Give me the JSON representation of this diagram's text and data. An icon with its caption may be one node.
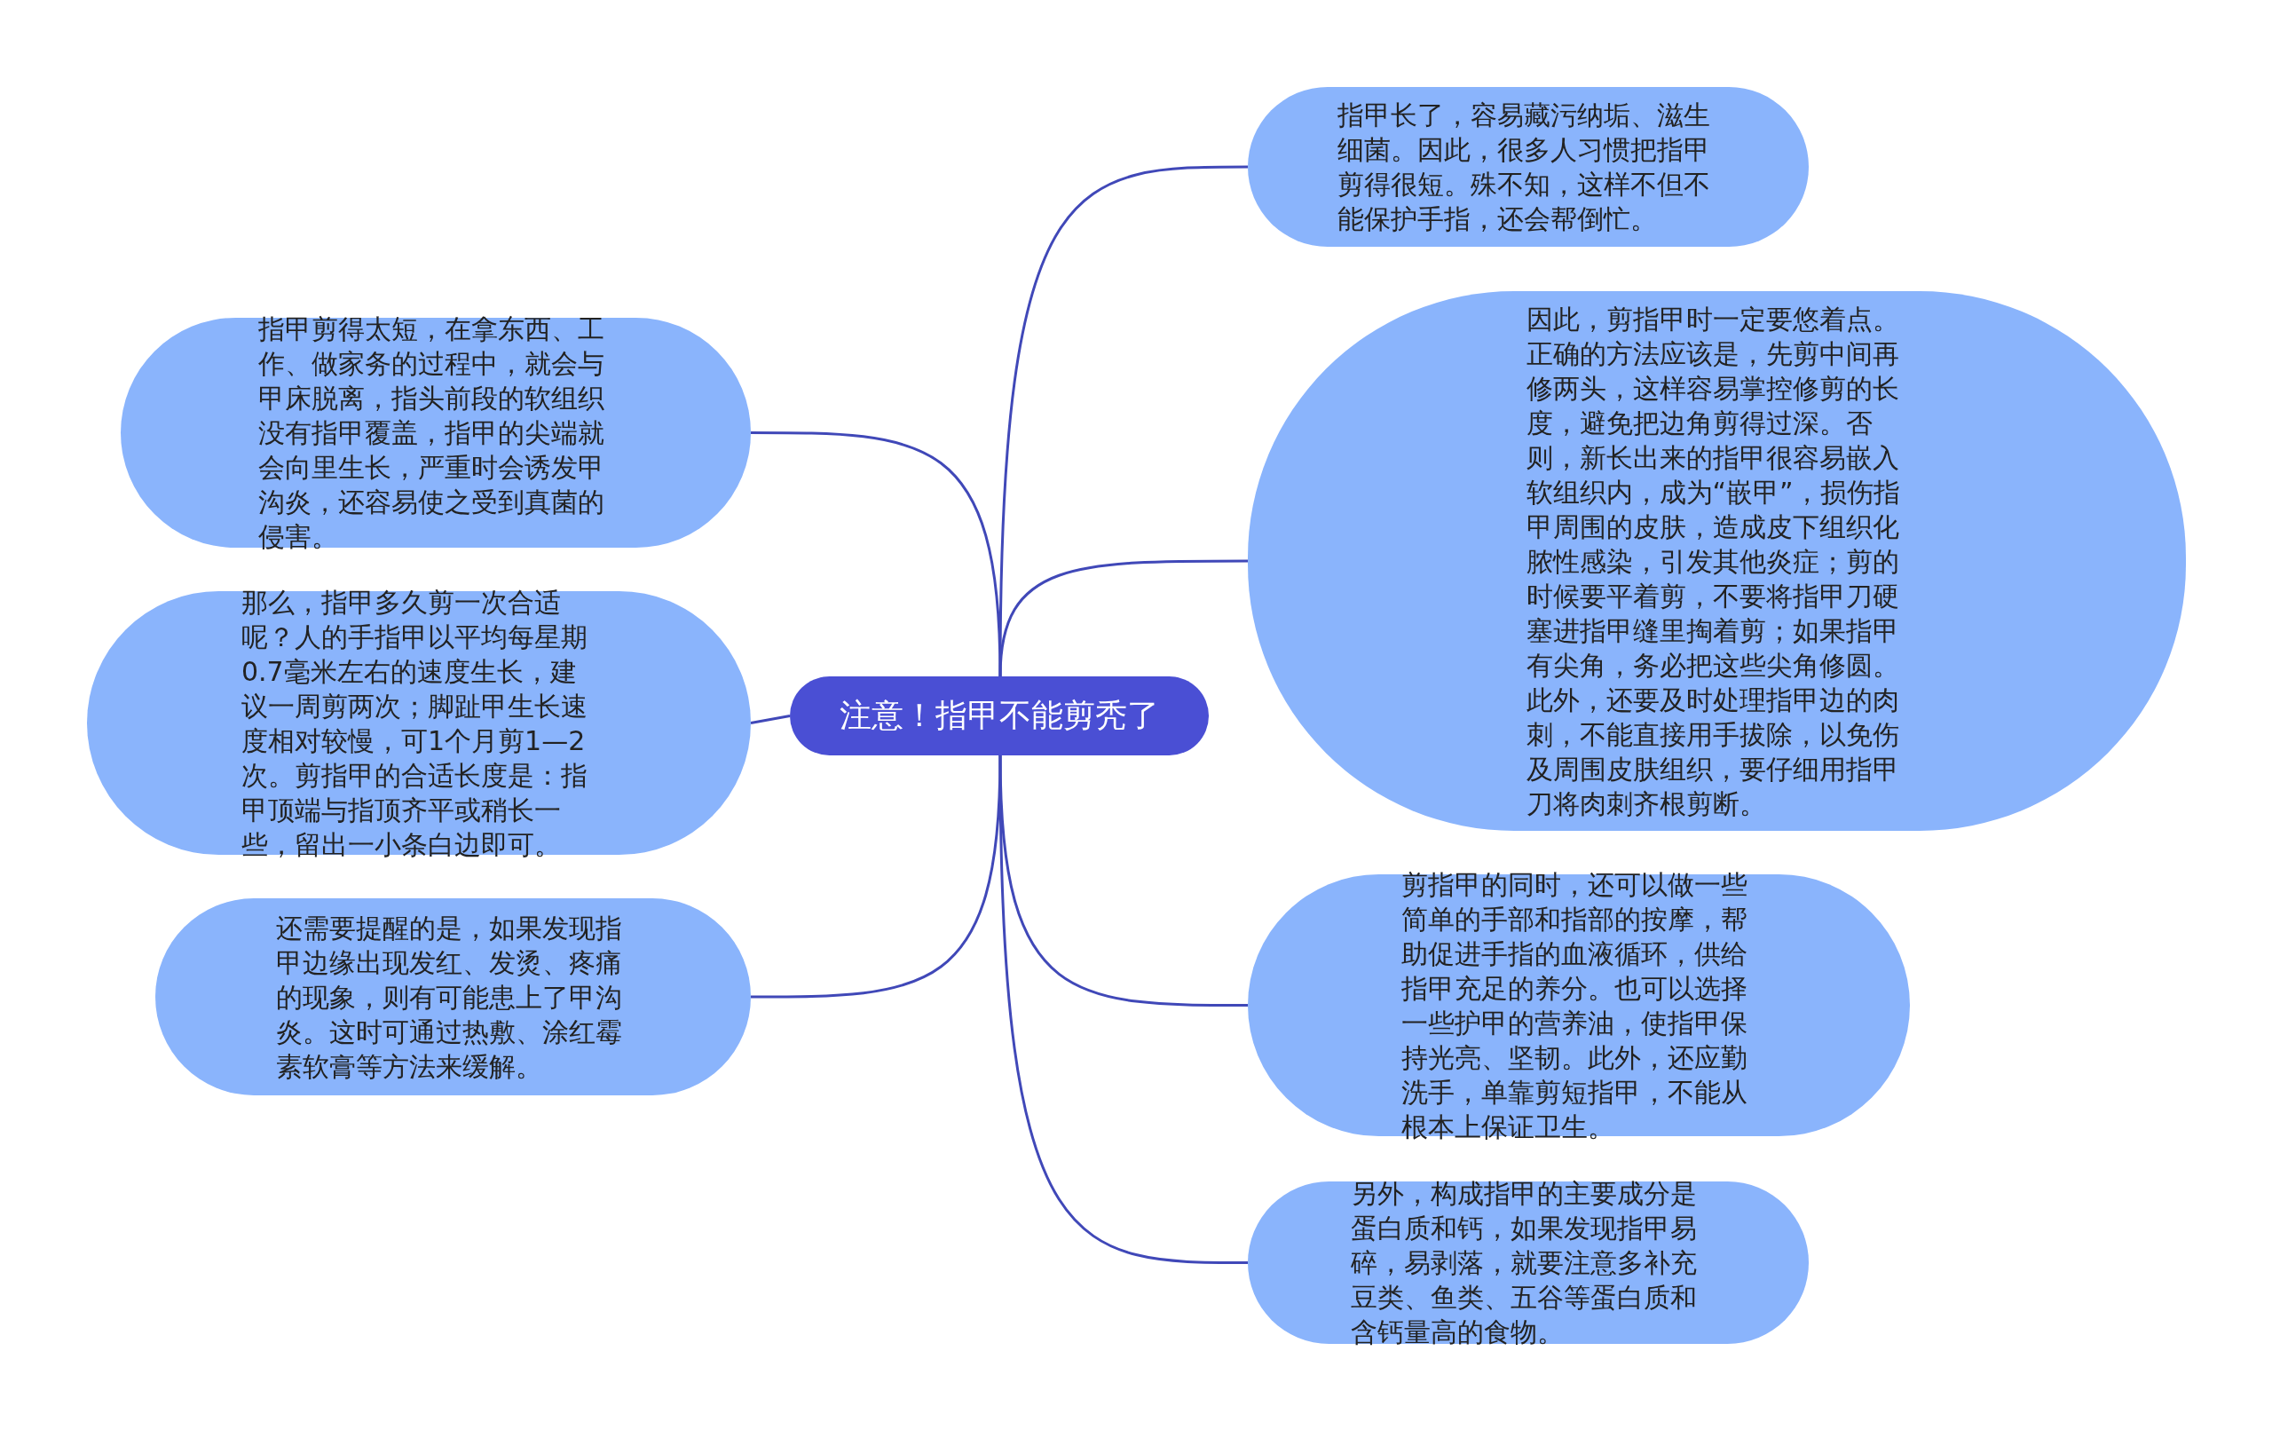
{
  "diagram": {
    "nodes": [
      {
        "text": [
          "注意！指甲不能剪秃了"
        ]
      },
      {
        "text": [
          "指甲长了，容易藏污纳垢、滋生细菌。因此，很多人习惯把指甲剪得很短。殊不知，这样不但不能保护手指，还会帮倒忙。"
        ]
      },
      {
        "text": [
          "因此，剪指甲时一定要悠着点。正确的方法应该是，先剪中间再修两头，这样容易掌控修剪的长度，避免把边角剪得过深。否则，新长出来的指甲很容易嵌入软组织内，成为“嵌甲”，损伤指甲周围的皮肤，造成皮下组织化脓性感染，引发其他炎症；剪的时候要平着剪，不要将指甲刀硬塞进指甲缝里掏着剪；如果指甲有尖角，务必把这些尖角修圆。此外，还要及时处理指甲边的肉刺，不能直接用手拔除，以免伤及周围皮肤组织，要仔细用指甲刀将肉刺齐根剪断。"
        ]
      },
      {
        "text": [
          "剪指甲的同时，还可以做一些简单的手部和指部的按摩，帮助促进手指的血液循环，供给指甲充足的养分。也可以选择一些护甲的营养油，使指甲保持光亮、坚韧。此外，还应勤洗手，单靠剪短指甲，不能从根本上保证卫生。"
        ]
      },
      {
        "text": [
          "另外，构成指甲的主要成分是蛋白质和钙，如果发现指甲易碎，易剥落，就要注意多补充豆类、鱼类、五谷等蛋白质和含钙量高的食物。"
        ]
      },
      {
        "text": [
          "指甲剪得太短，在拿东西、工作、做家务的过程中，就会与甲床脱离，指头前段的软组织没有指甲覆盖，指甲的尖端就会向里生长，严重时会诱发甲沟炎，还容易使之受到真菌的侵害。"
        ]
      },
      {
        "text": [
          "那么，指甲多久剪一次合适呢？人的手指甲以平均每星期0.7毫米左右的速度生长，建议一周剪两次；脚趾甲生长速度相对较慢，可1个月剪1—2次。剪指甲的合适长度是：指甲顶端与指顶齐平或稍长一些，留出一小条白边即可。"
        ]
      },
      {
        "text": [
          "还需要提醒的是，如果发现指甲边缘出现发红、发烫、疼痛的现象，则有可能患上了甲沟炎。这时可通过热敷、涂红霉素软膏等方法来缓解。"
        ]
      }
    ],
    "edges": [
      {
        "from": 0,
        "to": 1,
        "arrow": "none"
      },
      {
        "from": 0,
        "to": 2,
        "arrow": "none"
      },
      {
        "from": 0,
        "to": 3,
        "arrow": "none"
      },
      {
        "from": 0,
        "to": 4,
        "arrow": "none"
      },
      {
        "from": 0,
        "to": 5,
        "arrow": "none"
      },
      {
        "from": 0,
        "to": 6,
        "arrow": "none"
      },
      {
        "from": 0,
        "to": 7,
        "arrow": "none"
      }
    ]
  }
}
